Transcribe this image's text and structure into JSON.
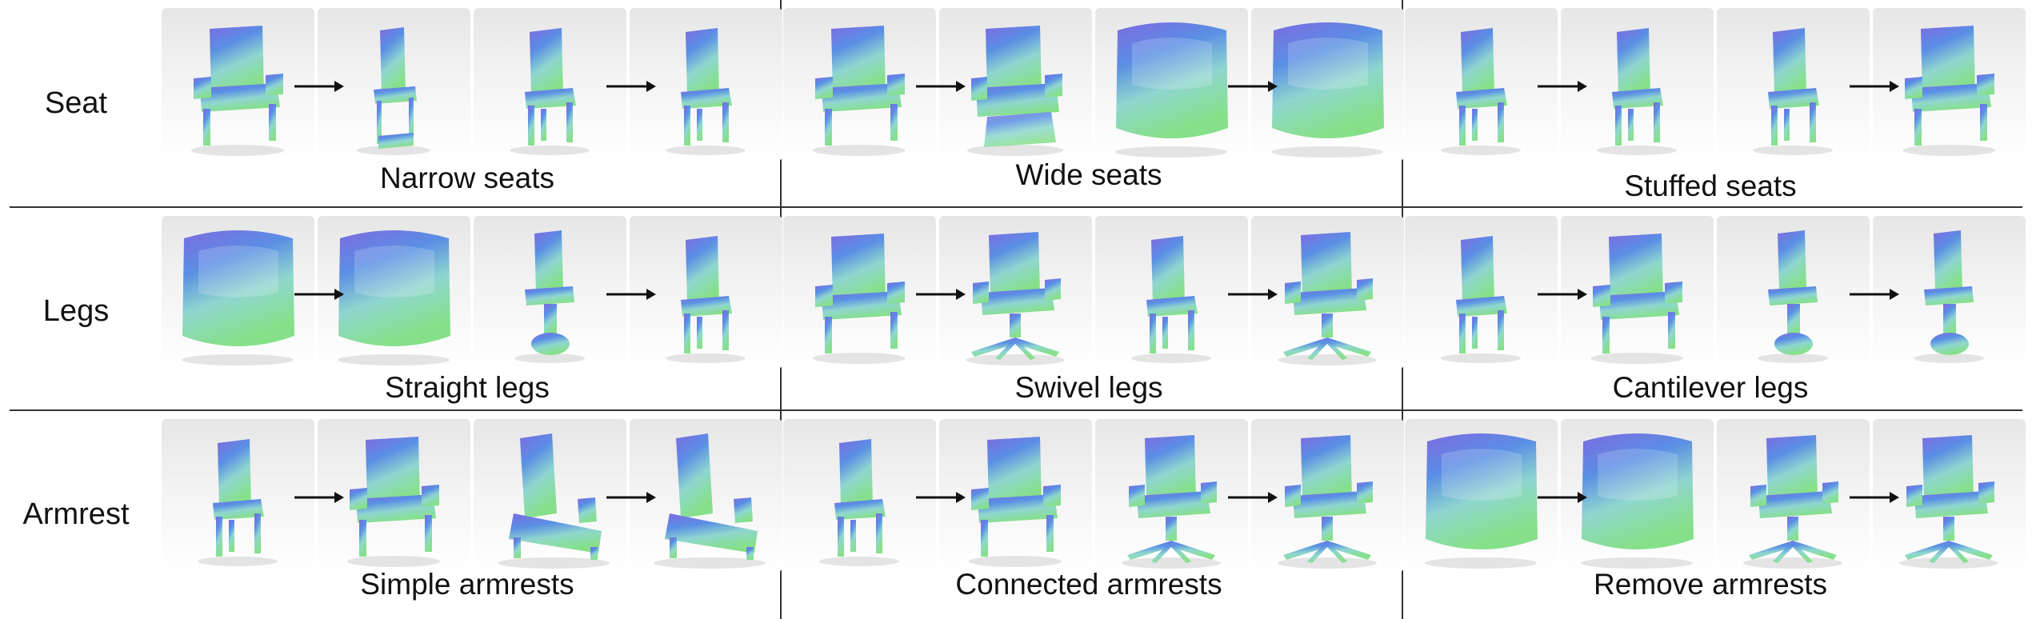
{
  "rows": [
    {
      "label": "Seat",
      "cells": [
        {
          "caption": "Narrow seats",
          "shapes": [
            "chair-arms",
            "chair-thin",
            "chair-slim-tall",
            "chair-slim-tall"
          ]
        },
        {
          "caption": "Wide seats",
          "shapes": [
            "chair-arms",
            "chair-arms-base",
            "tub",
            "tub"
          ]
        },
        {
          "caption": "Stuffed seats",
          "shapes": [
            "chair-slim-tall",
            "chair-slim-tall",
            "chair-slim-tall",
            "chair-arms"
          ]
        }
      ]
    },
    {
      "label": "Legs",
      "cells": [
        {
          "caption": "Straight legs",
          "shapes": [
            "tub",
            "tub",
            "pedestal",
            "chair-slim-tall"
          ]
        },
        {
          "caption": "Swivel legs",
          "shapes": [
            "chair-arms",
            "swivel",
            "chair-slim-tall",
            "swivel"
          ]
        },
        {
          "caption": "Cantilever legs",
          "shapes": [
            "chair-slim-tall",
            "chair-arms",
            "pedestal",
            "pedestal"
          ]
        }
      ]
    },
    {
      "label": "Armrest",
      "cells": [
        {
          "caption": "Simple armrests",
          "shapes": [
            "chair-slim-tall",
            "chair-arms",
            "chair-recline",
            "chair-recline"
          ]
        },
        {
          "caption": "Connected armrests",
          "shapes": [
            "chair-slim-tall",
            "chair-arms",
            "swivel",
            "swivel"
          ]
        },
        {
          "caption": "Remove armrests",
          "shapes": [
            "tub",
            "tub",
            "swivel",
            "swivel"
          ]
        }
      ]
    }
  ]
}
